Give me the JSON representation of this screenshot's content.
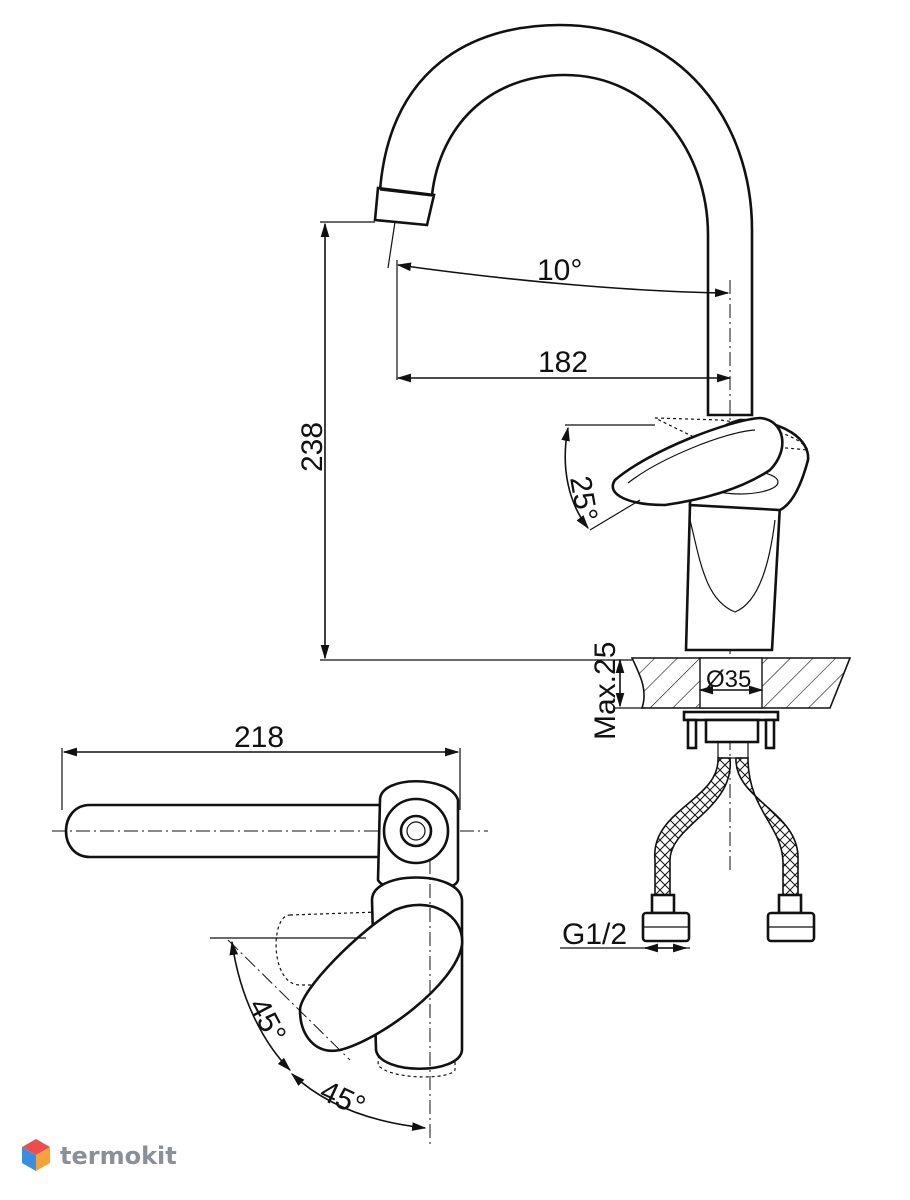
{
  "dimensions": {
    "spout_angle": "10°",
    "reach": "182",
    "height": "238",
    "lever_tilt": "25°",
    "max_counter": "Max.25",
    "mount_diameter": "Ø35",
    "top_length": "218",
    "rotation_left": "45°",
    "rotation_right": "45°",
    "thread": "G1/2"
  },
  "watermark": {
    "brand": "termokit",
    "logo_colors": [
      "#ee4d4d",
      "#3a8ee0",
      "#f2a43a"
    ]
  }
}
